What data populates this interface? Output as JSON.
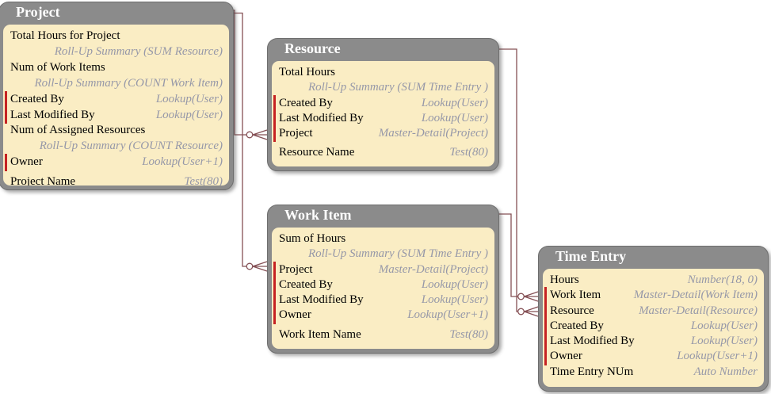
{
  "diagram": {
    "kind": "entity-relationship-schema",
    "colors": {
      "header_gray": "#8B8B8B",
      "body_cream": "#FAEDC4",
      "required_red": "#C62222",
      "annotation_gray_blue": "#9698A8",
      "connector_maroon": "#855055",
      "title_text": "#FFFFFF"
    },
    "entities": [
      {
        "id": "project",
        "title": "Project",
        "fields": [
          {
            "label": "Total Hours for Project",
            "type": "Roll-Up Summary (SUM Resource)",
            "required": false,
            "rollup": true
          },
          {
            "label": "Num of Work Items",
            "type": "Roll-Up Summary (COUNT Work Item)",
            "required": false,
            "rollup": true
          },
          {
            "label": "Created By",
            "type": "Lookup(User)",
            "required": true,
            "rollup": false
          },
          {
            "label": "Last Modified By",
            "type": "Lookup(User)",
            "required": true,
            "rollup": false
          },
          {
            "label": "Num of Assigned Resources",
            "type": "Roll-Up Summary (COUNT Resource)",
            "required": false,
            "rollup": true
          },
          {
            "label": "Owner",
            "type": "Lookup(User+1)",
            "required": true,
            "rollup": false
          },
          {
            "label": "Project Name",
            "type": "Test(80)",
            "required": false,
            "rollup": false,
            "gap_before": true
          }
        ]
      },
      {
        "id": "resource",
        "title": "Resource",
        "fields": [
          {
            "label": "Total Hours",
            "type": "Roll-Up Summary (SUM Time Entry )",
            "required": false,
            "rollup": true
          },
          {
            "label": "Created By",
            "type": "Lookup(User)",
            "required": true,
            "rollup": false
          },
          {
            "label": "Last Modified By",
            "type": "Lookup(User)",
            "required": true,
            "rollup": false
          },
          {
            "label": "Project",
            "type": "Master-Detail(Project)",
            "required": true,
            "rollup": false
          },
          {
            "label": "Resource Name",
            "type": "Test(80)",
            "required": false,
            "rollup": false,
            "gap_before": true
          }
        ]
      },
      {
        "id": "work-item",
        "title": "Work Item",
        "fields": [
          {
            "label": "Sum of Hours",
            "type": "Roll-Up Summary (SUM Time Entry )",
            "required": false,
            "rollup": true
          },
          {
            "label": "Project",
            "type": "Master-Detail(Project)",
            "required": true,
            "rollup": false
          },
          {
            "label": "Created By",
            "type": "Lookup(User)",
            "required": true,
            "rollup": false
          },
          {
            "label": "Last Modified By",
            "type": "Lookup(User)",
            "required": true,
            "rollup": false
          },
          {
            "label": "Owner",
            "type": "Lookup(User+1)",
            "required": true,
            "rollup": false
          },
          {
            "label": "Work Item Name",
            "type": "Test(80)",
            "required": false,
            "rollup": false,
            "gap_before": true
          }
        ]
      },
      {
        "id": "time-entry",
        "title": "Time Entry",
        "fields": [
          {
            "label": "Hours",
            "type": "Number(18, 0)",
            "required": false,
            "rollup": false
          },
          {
            "label": "Work Item",
            "type": "Master-Detail(Work Item)",
            "required": true,
            "rollup": false
          },
          {
            "label": "Resource",
            "type": "Master-Detail(Resource)",
            "required": true,
            "rollup": false
          },
          {
            "label": "Created By",
            "type": "Lookup(User)",
            "required": true,
            "rollup": false
          },
          {
            "label": "Last Modified By",
            "type": "Lookup(User)",
            "required": true,
            "rollup": false
          },
          {
            "label": "Owner",
            "type": "Lookup(User+1)",
            "required": true,
            "rollup": false
          },
          {
            "label": "Time Entry NUm",
            "type": "Auto Number",
            "required": false,
            "rollup": false
          }
        ]
      }
    ],
    "relationships": [
      {
        "from": "Project",
        "to": "Resource",
        "via_field": "Project",
        "type": "Master-Detail",
        "cardinality": "one-to-many"
      },
      {
        "from": "Project",
        "to": "Work Item",
        "via_field": "Project",
        "type": "Master-Detail",
        "cardinality": "one-to-many"
      },
      {
        "from": "Work Item",
        "to": "Time Entry",
        "via_field": "Work Item",
        "type": "Master-Detail",
        "cardinality": "one-to-many"
      },
      {
        "from": "Resource",
        "to": "Time Entry",
        "via_field": "Resource",
        "type": "Master-Detail",
        "cardinality": "one-to-many"
      }
    ]
  }
}
